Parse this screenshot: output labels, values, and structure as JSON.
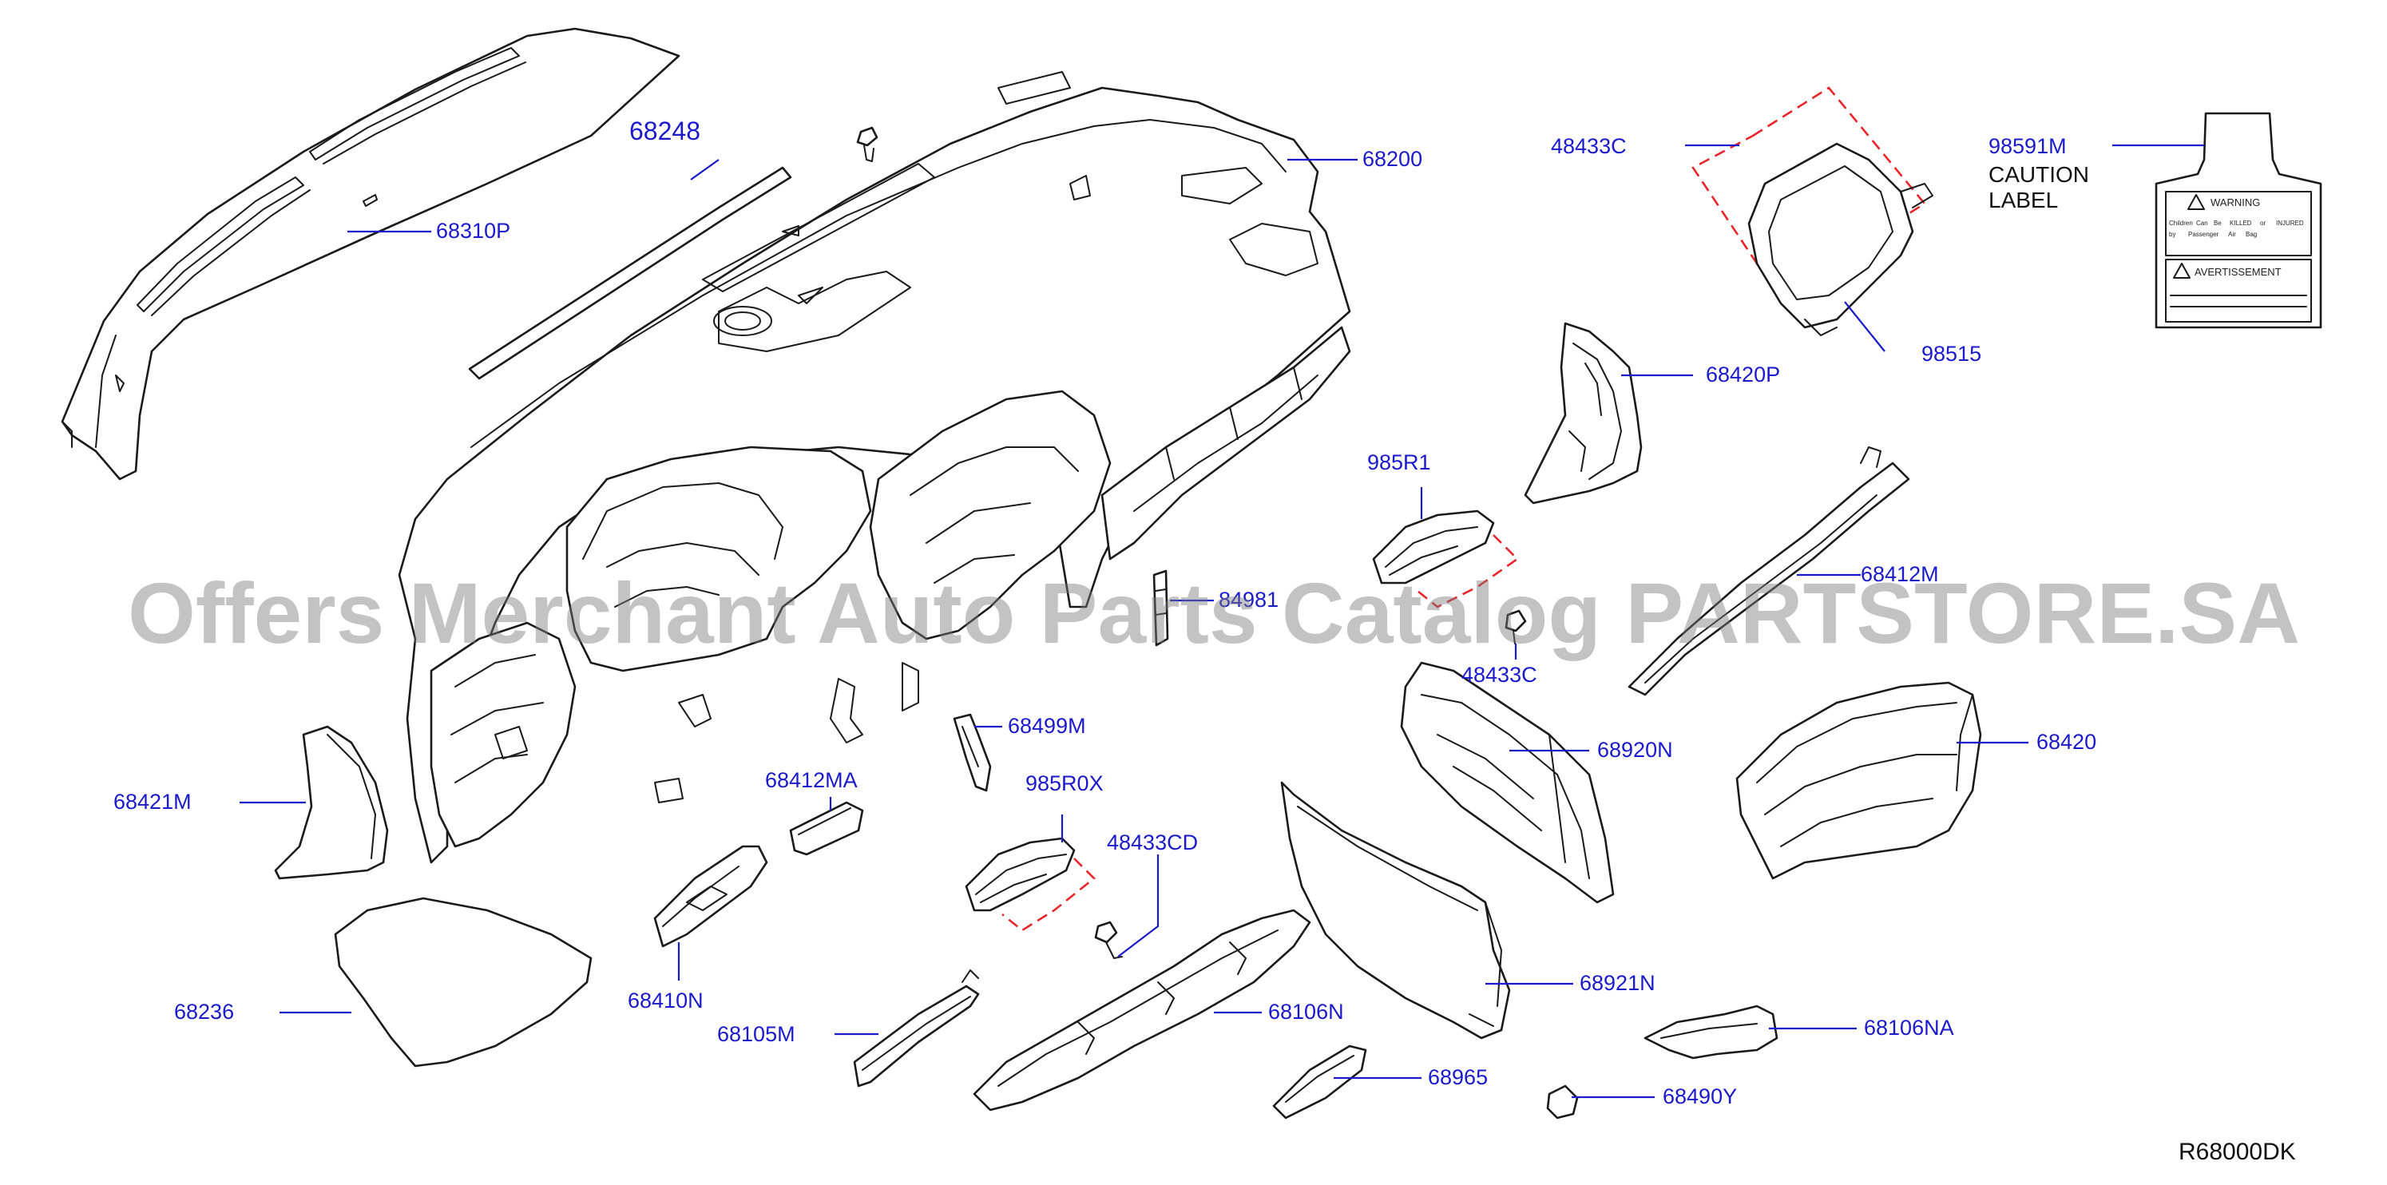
{
  "callouts": {
    "c68248": "68248",
    "c68200": "68200",
    "c68310P": "68310P",
    "c48433C_top": "48433C",
    "c98591M": "98591M",
    "c98515": "98515",
    "c68420P": "68420P",
    "c985R1": "985R1",
    "c68412M": "68412M",
    "c84981": "84981",
    "c48433C_mid": "48433C",
    "c68499M": "68499M",
    "c985R0X": "985R0X",
    "c48433CD": "48433CD",
    "c68412MA": "68412MA",
    "c68421M": "68421M",
    "c68920N": "68920N",
    "c68420": "68420",
    "c68410N": "68410N",
    "c68236": "68236",
    "c68921N": "68921N",
    "c68105M": "68105M",
    "c68106N": "68106N",
    "c68106NA": "68106NA",
    "c68965": "68965",
    "c68490Y": "68490Y"
  },
  "caution_label": {
    "line1": "CAUTION",
    "line2": "LABEL",
    "warning_title": "WARNING",
    "warning_text_1": "Children",
    "warning_text_2": "Can",
    "warning_text_3": "Be",
    "warning_text_4": "KILLED",
    "warning_text_5": "or",
    "warning_text_6": "INJURED",
    "warning_text_7": "by",
    "warning_text_8": "Passenger",
    "warning_text_9": "Air",
    "warning_text_10": "Bag",
    "avert_title": "AVERTISSEMENT"
  },
  "watermark": "Offers Merchant Auto Parts Catalog PARTSTORE.SA",
  "diagram_code": "R68000DK",
  "colors": {
    "callout_blue": "#1a1acc",
    "dashed_red": "#e8262b",
    "line_black": "#1a1a1a"
  }
}
